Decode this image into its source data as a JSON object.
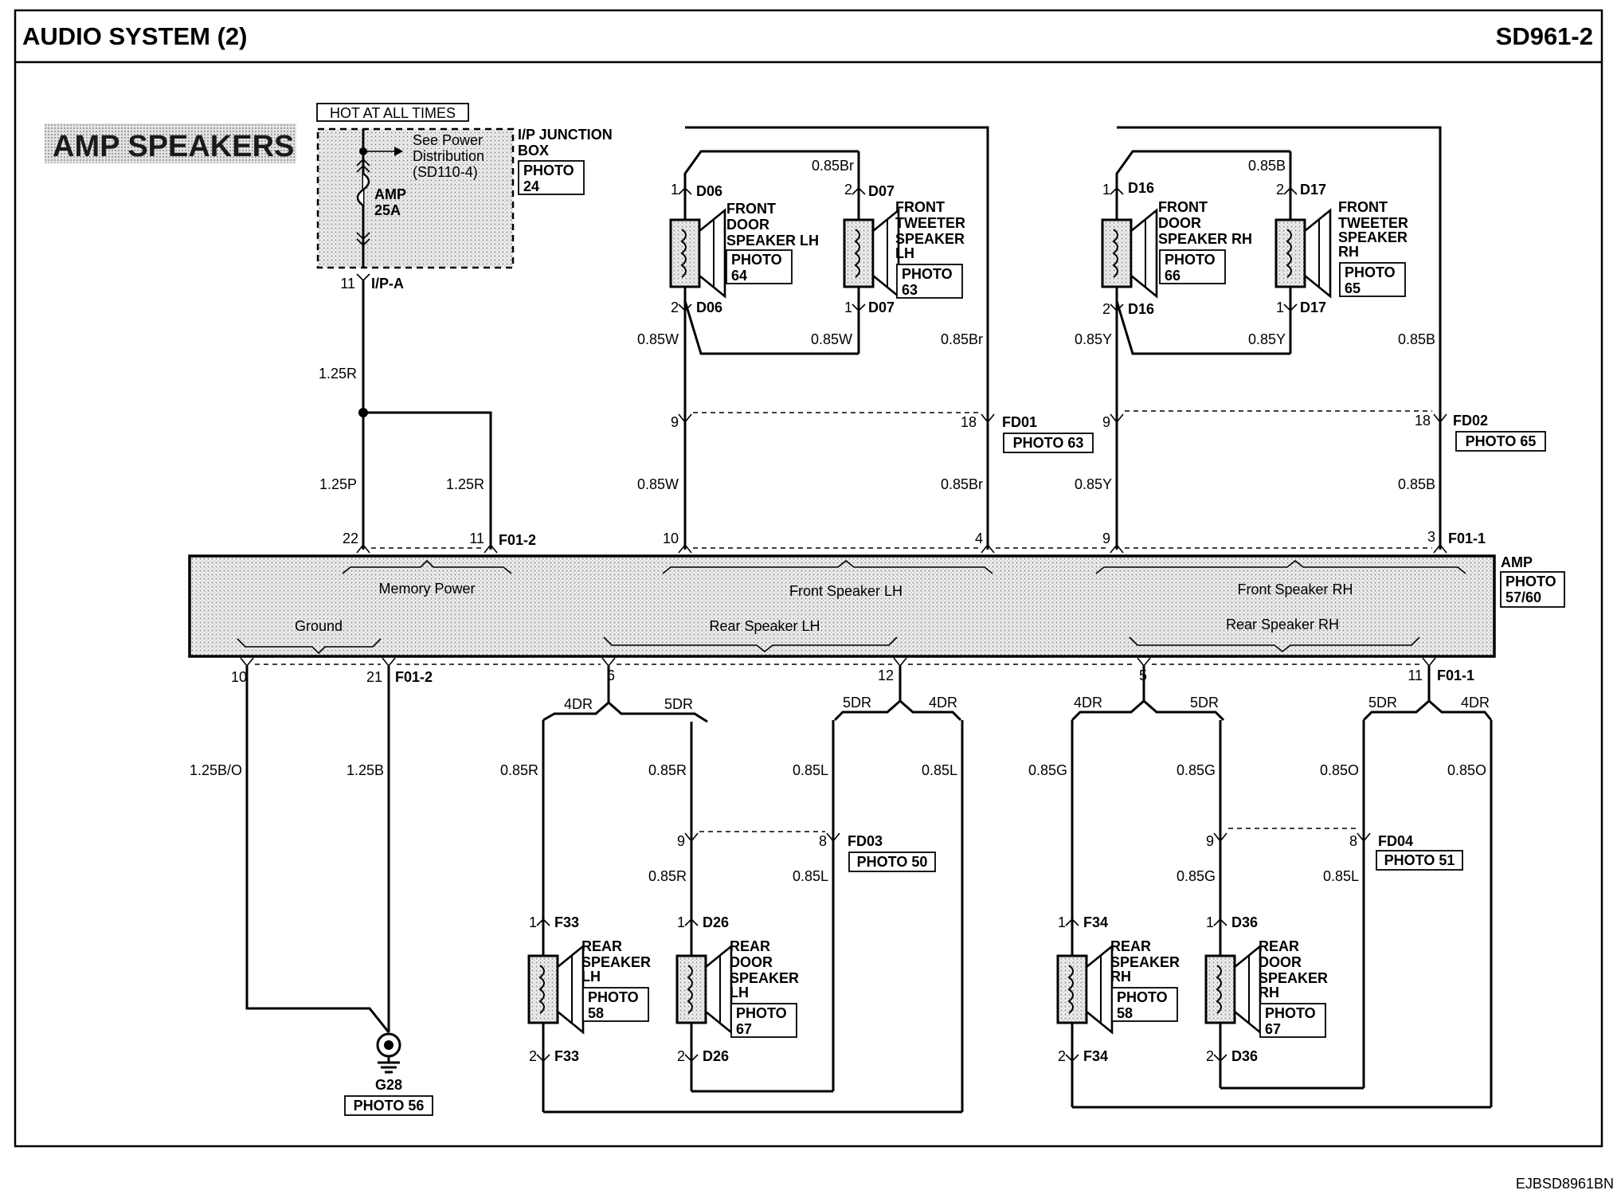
{
  "header": {
    "title": "AUDIO SYSTEM (2)",
    "code": "SD961-2"
  },
  "section_title": "AMP SPEAKERS",
  "footer_code": "EJBSD8961BN",
  "power": {
    "hot_label": "HOT AT ALL TIMES",
    "see_power_1": "See Power",
    "see_power_2": "Distribution",
    "see_power_3": "(SD110-4)",
    "fuse_name": "AMP",
    "fuse_rating": "25A",
    "junction_1": "I/P JUNCTION",
    "junction_2": "BOX",
    "photo_word": "PHOTO",
    "photo_num": "24",
    "pin": "11",
    "connector": "I/P-A"
  },
  "amp": {
    "name": "AMP",
    "photo_word": "PHOTO",
    "photo_num": "57/60",
    "memory_power": "Memory Power",
    "ground": "Ground",
    "front_lh": "Front Speaker LH",
    "front_rh": "Front Speaker RH",
    "rear_lh": "Rear Speaker LH",
    "rear_rh": "Rear Speaker RH"
  },
  "connectors": {
    "f012_top": "F01-2",
    "f011_top": "F01-1",
    "f012_bot": "F01-2",
    "f011_bot": "F01-1",
    "fd01": "FD01",
    "fd02": "FD02",
    "fd03": "FD03",
    "fd04": "FD04",
    "d06": "D06",
    "d07": "D07",
    "d16": "D16",
    "d17": "D17",
    "f33": "F33",
    "d26": "D26",
    "f34": "F34",
    "d36": "D36"
  },
  "photos": {
    "fd01": "PHOTO 63",
    "fd02": "PHOTO 65",
    "fd03": "PHOTO 50",
    "fd04": "PHOTO 51",
    "g28": "PHOTO 56"
  },
  "pins": {
    "p1": "1",
    "p2": "2",
    "p3": "3",
    "p4": "4",
    "p5": "5",
    "p6": "6",
    "p8": "8",
    "p9": "9",
    "p10": "10",
    "p11": "11",
    "p12": "12",
    "p18": "18",
    "p21": "21",
    "p22": "22"
  },
  "wires": {
    "w125r": "1.25R",
    "w125p": "1.25P",
    "w125bo": "1.25B/O",
    "w125b": "1.25B",
    "w085br": "0.85Br",
    "w085w": "0.85W",
    "w085b": "0.85B",
    "w085y": "0.85Y",
    "w085r": "0.85R",
    "w085l": "0.85L",
    "w085g": "0.85G",
    "w085o": "0.85O"
  },
  "branches": {
    "dr4": "4DR",
    "dr5": "5DR"
  },
  "speakers": {
    "front_door_lh": [
      "FRONT",
      "DOOR",
      "SPEAKER LH"
    ],
    "front_tweeter_lh": [
      "FRONT",
      "TWEETER",
      "SPEAKER",
      "LH"
    ],
    "front_door_rh": [
      "FRONT",
      "DOOR",
      "SPEAKER RH"
    ],
    "front_tweeter_rh": [
      "FRONT",
      "TWEETER",
      "SPEAKER",
      "RH"
    ],
    "rear_lh": [
      "REAR",
      "SPEAKER",
      "LH"
    ],
    "rear_door_lh": [
      "REAR",
      "DOOR",
      "SPEAKER",
      "LH"
    ],
    "rear_rh": [
      "REAR",
      "SPEAKER",
      "RH"
    ],
    "rear_door_rh": [
      "REAR",
      "DOOR",
      "SPEAKER",
      "RH"
    ],
    "photo_word": "PHOTO",
    "photo_64": "64",
    "photo_63": "63",
    "photo_66": "66",
    "photo_65": "65",
    "photo_58a": "58",
    "photo_67a": "67",
    "photo_58b": "58",
    "photo_67b": "67"
  },
  "ground": {
    "name": "G28"
  }
}
